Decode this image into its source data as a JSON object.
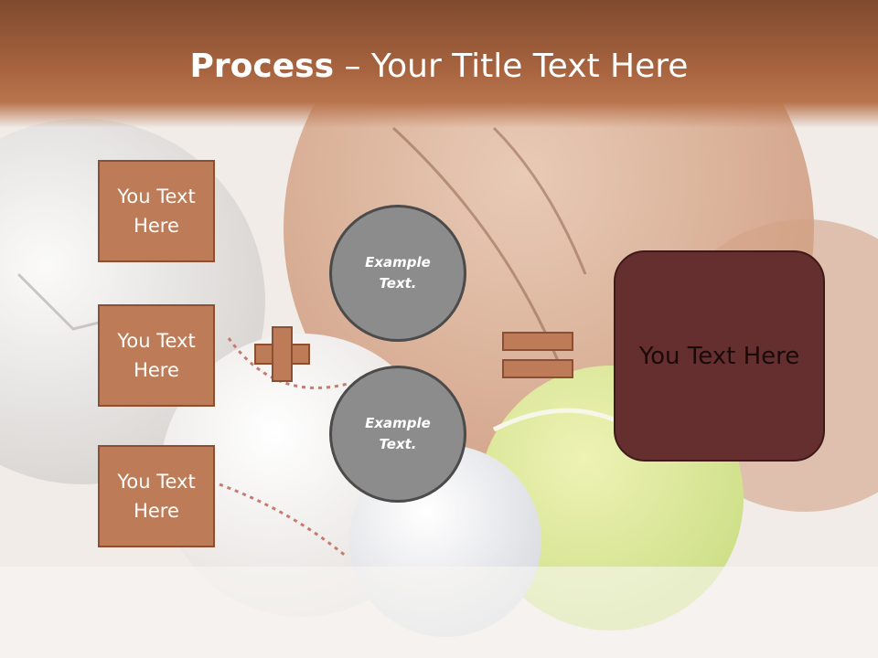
{
  "slide": {
    "title_bold": "Process",
    "title_rest": " – Your Title Text Here"
  },
  "left_boxes": [
    {
      "line1": "You Text",
      "line2": "Here"
    },
    {
      "line1": "You Text",
      "line2": "Here"
    },
    {
      "line1": "You Text",
      "line2": "Here"
    }
  ],
  "circles": [
    {
      "line1": "Example",
      "line2": "Text."
    },
    {
      "line1": "Example",
      "line2": "Text."
    }
  ],
  "result_box": {
    "text": "You Text Here"
  },
  "colors": {
    "header": "#a8643f",
    "box_fill": "#bd7b58",
    "box_border": "#8c4f31",
    "circle_fill": "#8c8c8c",
    "result_fill": "#642f2e"
  },
  "background": {
    "icon": "sports-balls-photo"
  }
}
